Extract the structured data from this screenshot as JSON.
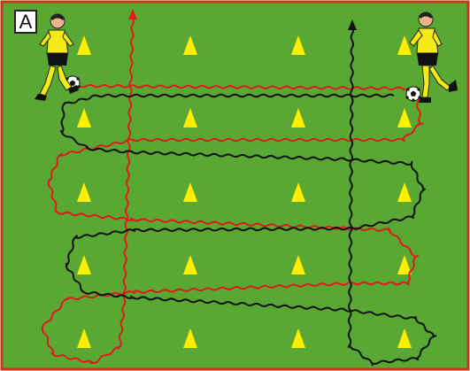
{
  "diagram": {
    "panel_label": "A",
    "colors": {
      "pitch": "#5aa834",
      "pitch_border": "#c83a14",
      "cone": "#ffee00",
      "path_red": "#e01b1b",
      "path_black": "#111111",
      "jersey": "#f3ea18",
      "shorts": "#111111"
    },
    "elements": {
      "players": [
        "player-left",
        "player-right"
      ],
      "balls": [
        "ball-left",
        "ball-right"
      ],
      "cone_rows": 5,
      "cone_cols": 4,
      "paths": [
        "red-dribble-path",
        "black-dribble-path"
      ]
    }
  }
}
